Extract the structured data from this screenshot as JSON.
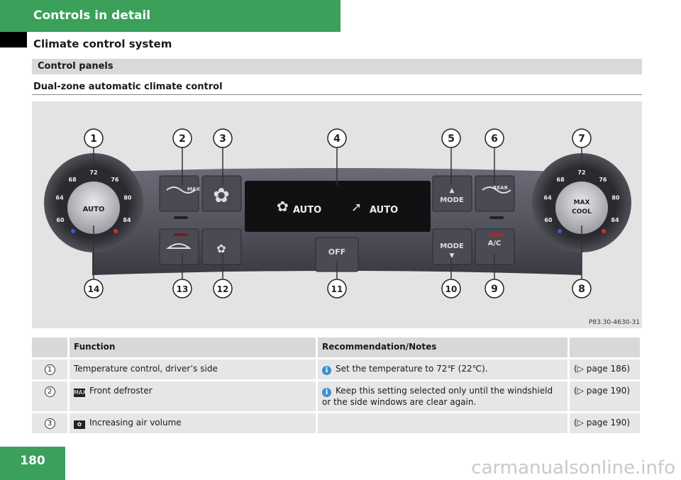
{
  "header": {
    "chapter": "Controls in detail",
    "section": "Climate control system"
  },
  "subsection": "Control panels",
  "heading": "Dual-zone automatic climate control",
  "figure": {
    "code": "P83.30-4630-31",
    "callouts_top": [
      "1",
      "2",
      "3",
      "4",
      "5",
      "6",
      "7"
    ],
    "callouts_bottom": [
      "14",
      "13",
      "12",
      "11",
      "10",
      "9",
      "8"
    ],
    "left_knob": {
      "label": "AUTO",
      "scale": [
        "60",
        "64",
        "68",
        "72",
        "76",
        "80",
        "84"
      ]
    },
    "right_knob": {
      "label_line1": "MAX",
      "label_line2": "COOL",
      "scale": [
        "60",
        "64",
        "68",
        "72",
        "76",
        "80",
        "84"
      ]
    },
    "display": {
      "fan_auto": "AUTO",
      "air_auto": "AUTO"
    },
    "buttons": {
      "max_label": "MAX",
      "rear_label": "REAR",
      "mode_up": "MODE",
      "mode_down": "MODE",
      "off": "OFF",
      "ac": "A/C"
    }
  },
  "table": {
    "headers": {
      "function": "Function",
      "recommendation": "Recommendation/Notes"
    },
    "rows": [
      {
        "num": "1",
        "function": "Temperature control, driver’s side",
        "note": "Set the temperature to 72℉ (22℃).",
        "ref": "(▷ page 186)"
      },
      {
        "num": "2",
        "symbol": "MAX",
        "function": "Front defroster",
        "note": "Keep this setting selected only until the windshield or the side windows are clear again.",
        "ref": "(▷ page 190)"
      },
      {
        "num": "3",
        "symbol": "✿",
        "function": "Increasing air volume",
        "note": "",
        "ref": "(▷ page 190)"
      }
    ]
  },
  "page_number": "180",
  "watermark": "carmanualsonline.info",
  "colors": {
    "brand_green": "#3aa05a",
    "info_blue": "#3b8fd0"
  }
}
